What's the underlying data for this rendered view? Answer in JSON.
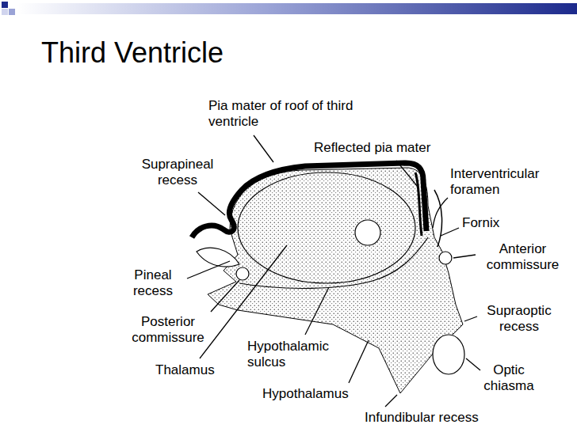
{
  "diagram": {
    "title": "Third Ventricle",
    "labels": [
      "Pia mater of roof of third ventricle",
      "Reflected pia mater",
      "Interventricular foramen",
      "Suprapineal recess",
      "Fornix",
      "Anterior commissure",
      "Pineal recess",
      "Supraoptic recess",
      "Posterior commissure",
      "Hypothalamic sulcus",
      "Optic chiasma",
      "Thalamus",
      "Hypothalamus",
      "Infundibular recess"
    ]
  }
}
